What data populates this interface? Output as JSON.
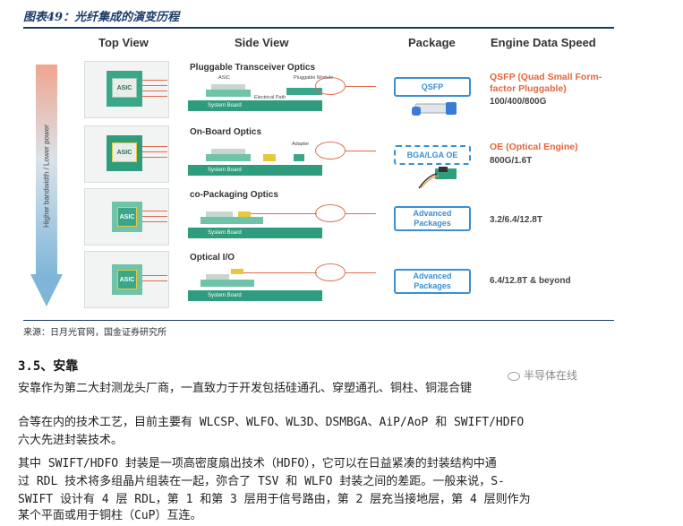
{
  "figure": {
    "title": "图表49：光纤集成的演变历程",
    "columns": [
      "Top View",
      "Side View",
      "Package",
      "Engine Data Speed"
    ],
    "axis_label": "Higher bandwidth / Lower power",
    "chip_label": "ASIC",
    "rows": [
      {
        "name": "Pluggable Transceiver Optics",
        "side_tags": [
          "ASIC",
          "Pluggable Module",
          "Electrical Path",
          "System Board"
        ],
        "package": "QSFP",
        "speed_title": "QSFP (Quad Small Form-factor Pluggable)",
        "speed": "100/400/800G"
      },
      {
        "name": "On-Board Optics",
        "side_tags": [
          "Adapter",
          "System Board"
        ],
        "package": "BGA/LGA OE",
        "speed_title": "OE (Optical Engine)",
        "speed": "800G/1.6T"
      },
      {
        "name": "co-Packaging Optics",
        "side_tags": [
          "System Board"
        ],
        "package": "Advanced Packages",
        "speed_title": "",
        "speed": "3.2/6.4/12.8T"
      },
      {
        "name": "Optical I/O",
        "side_tags": [
          "System Board"
        ],
        "package": "Advanced Packages",
        "speed_title": "",
        "speed": "6.4/12.8T & beyond"
      }
    ],
    "source": "来源：日月光官网，国金证券研究所"
  },
  "section_heading": "3.5、安靠",
  "watermark": "半导体在线",
  "paragraphs": [
    "安靠作为第二大封测龙头厂商，一直致力于开发包括硅通孔、穿塑通孔、铜柱、铜混合键",
    "合等在内的技术工艺，目前主要有 WLCSP、WLFO、WL3D、DSMBGA、AiP/AoP 和 SWIFT/HDFO",
    "六大先进封装技术。",
    "其中 SWIFT/HDFO 封装是一项高密度扇出技术（HDFO），它可以在日益紧凑的封装结构中通",
    "过 RDL 技术将多组晶片组装在一起，弥合了 TSV 和 WLFO 封装之间的差距。一般来说，S-",
    "SWIFT 设计有 4 层 RDL，第 1 和第 3 层用于信号路由，第 2 层充当接地层，第 4 层则作为",
    "某个平面或用于铜柱（CuP）互连。"
  ],
  "colors": {
    "title_blue": "#1b3a6b",
    "accent_orange": "#e8643a",
    "package_blue": "#3a8fd1",
    "board_green": "#2f9c7d"
  }
}
